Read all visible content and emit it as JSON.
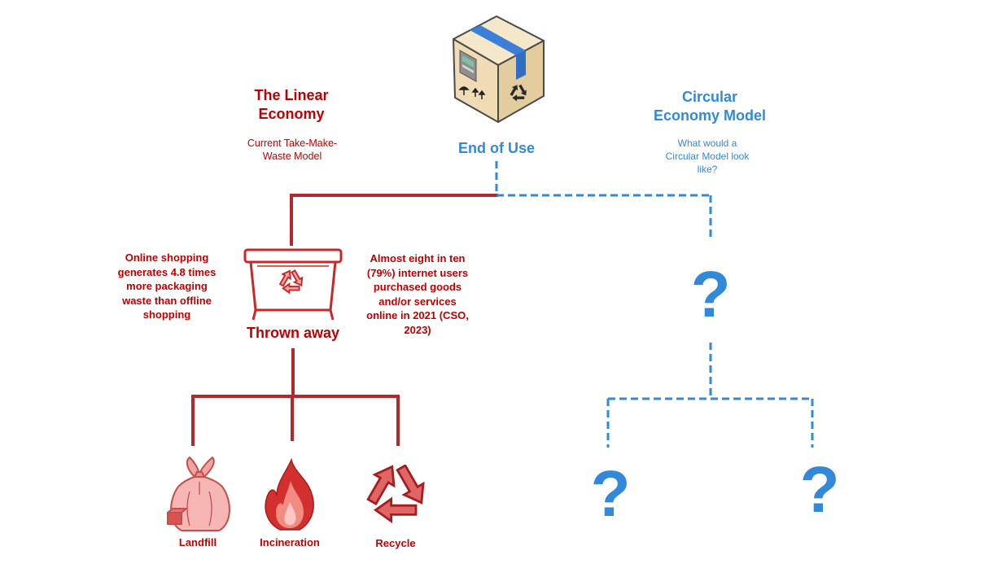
{
  "colors": {
    "linear_red": "#c00000",
    "line_red": "#b3282d",
    "circular_blue": "#3289d8"
  },
  "center": {
    "label": "End of Use",
    "icon": "cardboard-box-icon"
  },
  "linear": {
    "title_lines": [
      "The Linear",
      "Economy"
    ],
    "subtitle_lines": [
      "Current Take-Make-",
      "Waste Model"
    ],
    "bin": {
      "label": "Thrown away",
      "icon": "recycle-bin-icon"
    },
    "left_note_lines": [
      "Online shopping",
      "generates 4.8 times",
      "more packaging",
      "waste than offline",
      "shopping"
    ],
    "right_note_lines": [
      "Almost eight in ten",
      "(79%) internet users",
      "purchased goods",
      "and/or services",
      "online in 2021 (CSO,",
      "2023)"
    ],
    "outcomes": [
      {
        "label": "Landfill",
        "icon": "trash-bag-icon"
      },
      {
        "label": "Incineration",
        "icon": "fire-icon"
      },
      {
        "label": "Recycle",
        "icon": "recycle-icon"
      }
    ]
  },
  "circular": {
    "title_lines": [
      "Circular",
      "Economy Model"
    ],
    "subtitle_lines": [
      "What would a",
      "Circular Model look",
      "like?"
    ],
    "unknowns": [
      "?",
      "?",
      "?"
    ]
  }
}
